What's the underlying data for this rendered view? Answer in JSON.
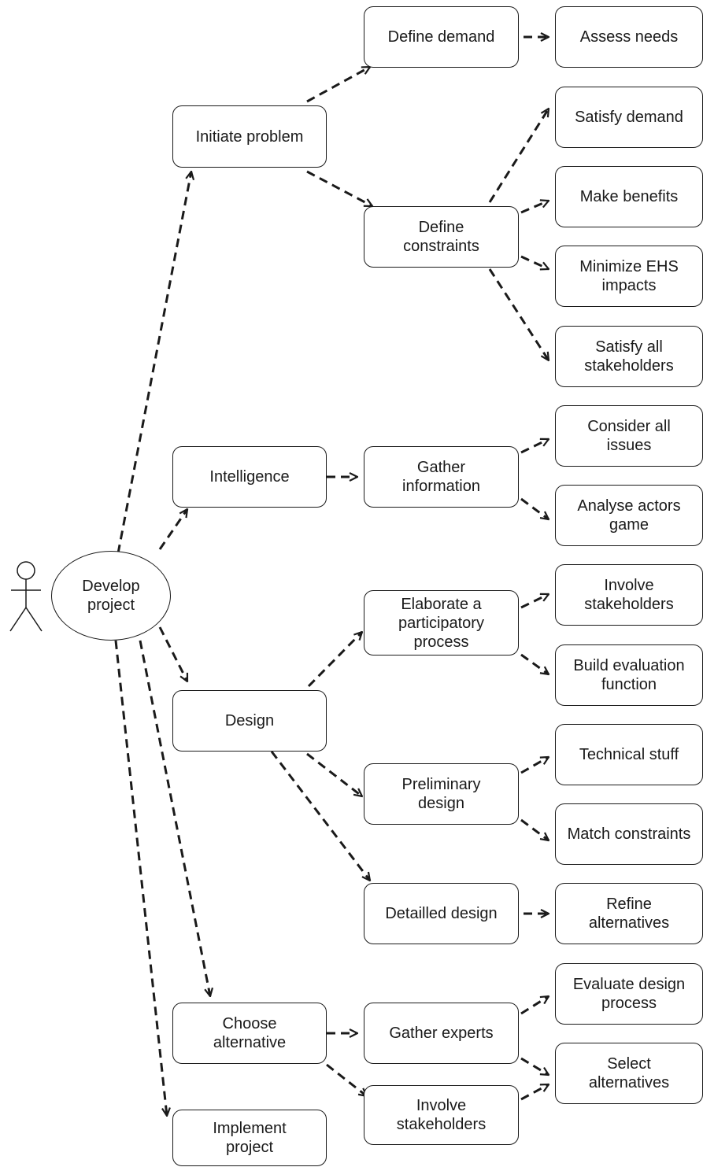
{
  "root": "Develop\nproject",
  "branches": {
    "initiate": "Initiate problem",
    "intelligence": "Intelligence",
    "design": "Design",
    "choose": "Choose\nalternative",
    "implement": "Implement\nproject"
  },
  "sub": {
    "define_demand": "Define demand",
    "define_constraints": "Define\nconstraints",
    "gather_information": "Gather\ninformation",
    "elaborate": "Elaborate a\nparticipatory\nprocess",
    "preliminary": "Preliminary\ndesign",
    "detailled": "Detailled design",
    "gather_experts": "Gather experts",
    "involve_stakeholders_2": "Involve\nstakeholders"
  },
  "leaves": {
    "assess_needs": "Assess needs",
    "satisfy_demand": "Satisfy demand",
    "make_benefits": "Make benefits",
    "minimize_ehs": "Minimize EHS\nimpacts",
    "satisfy_all": "Satisfy all\nstakeholders",
    "consider_all": "Consider  all\nissues",
    "analyse_actors": "Analyse actors\ngame",
    "involve_stakeholders": "Involve\nstakeholders",
    "build_evaluation": "Build evaluation\nfunction",
    "technical_stuff": "Technical stuff",
    "match_constraints": "Match constraints",
    "refine_alternatives": "Refine\nalternatives",
    "evaluate_design": "Evaluate design\nprocess",
    "select_alternatives": "Select\nalternatives"
  },
  "colors": {
    "stroke": "#1a1a1a",
    "background": "#ffffff"
  }
}
